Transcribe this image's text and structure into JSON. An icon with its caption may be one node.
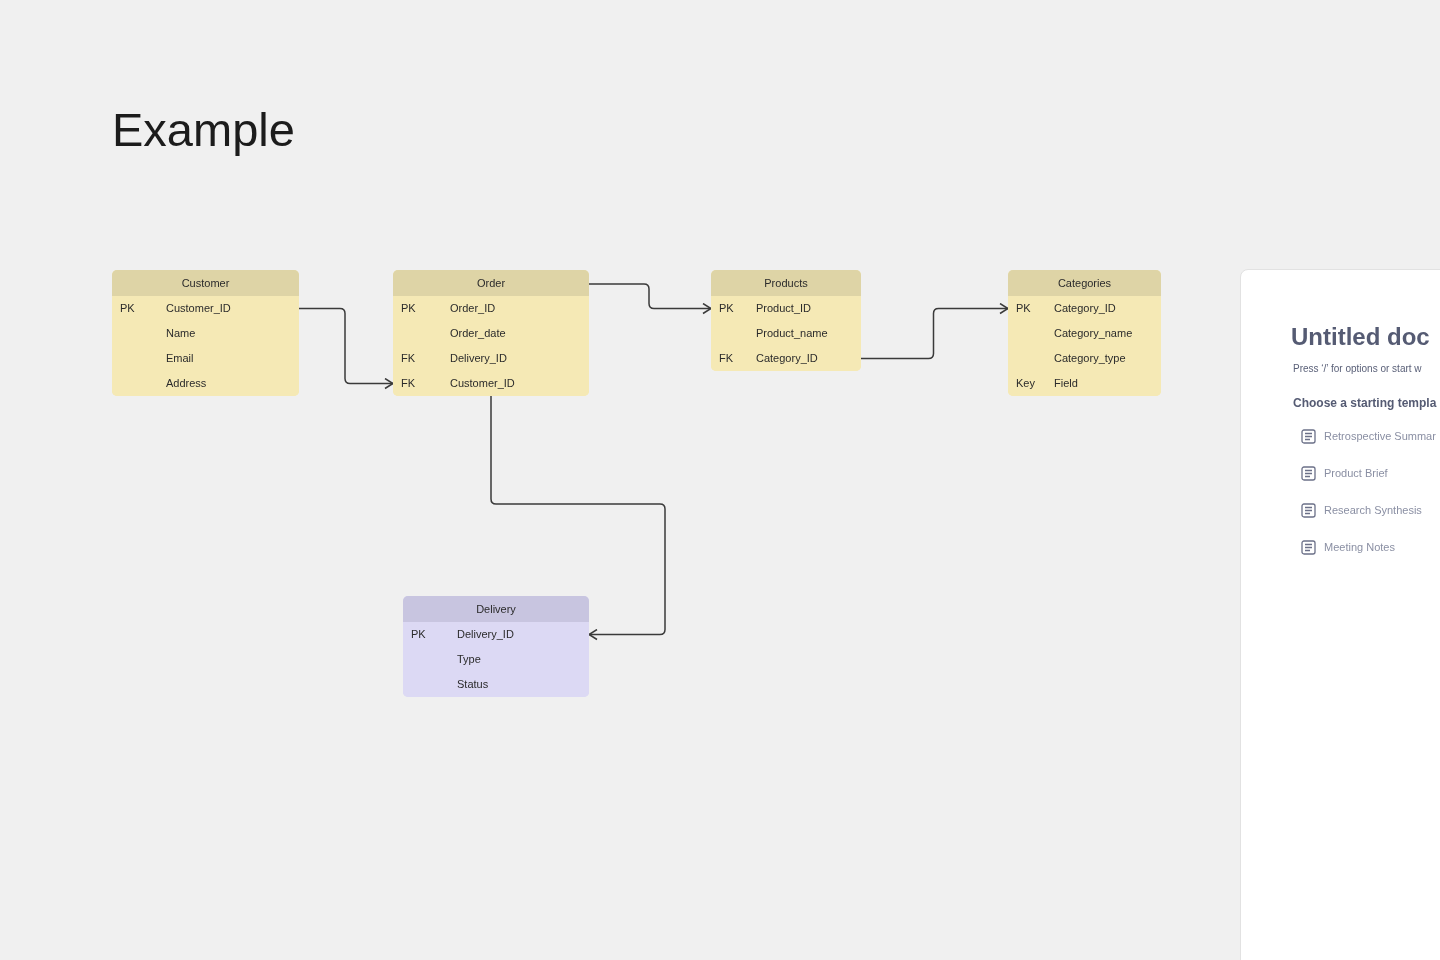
{
  "diagram": {
    "title": "Example",
    "nodes": [
      {
        "text": [
          "Customer"
        ]
      },
      {
        "text": [
          "PK",
          "Customer_ID"
        ],
        "in": 0
      },
      {
        "text": [
          "Name"
        ],
        "in": 0
      },
      {
        "text": [
          "Email"
        ],
        "in": 0
      },
      {
        "text": [
          "Address"
        ],
        "in": 0
      },
      {
        "text": [
          "Order"
        ]
      },
      {
        "text": [
          "PK",
          "Order_ID"
        ],
        "in": 5
      },
      {
        "text": [
          "Order_date"
        ],
        "in": 5
      },
      {
        "text": [
          "FK",
          "Delivery_ID"
        ],
        "in": 5
      },
      {
        "text": [
          "FK",
          "Customer_ID"
        ],
        "in": 5
      },
      {
        "text": [
          "Products"
        ]
      },
      {
        "text": [
          "PK",
          "Product_ID"
        ],
        "in": 10
      },
      {
        "text": [
          "Product_name"
        ],
        "in": 10
      },
      {
        "text": [
          "FK",
          "Category_ID"
        ],
        "in": 10
      },
      {
        "text": [
          "Categories"
        ]
      },
      {
        "text": [
          "PK",
          "Category_ID"
        ],
        "in": 14
      },
      {
        "text": [
          "Category_name"
        ],
        "in": 14
      },
      {
        "text": [
          "Category_type"
        ],
        "in": 14
      },
      {
        "text": [
          "Key",
          "Field"
        ],
        "in": 14
      },
      {
        "text": [
          "Delivery"
        ]
      },
      {
        "text": [
          "PK",
          "Delivery_ID"
        ],
        "in": 19
      },
      {
        "text": [
          "Type"
        ],
        "in": 19
      },
      {
        "text": [
          "Status"
        ],
        "in": 19
      }
    ],
    "edges": [
      {
        "from": 1,
        "to": 9,
        "arrow": "to"
      },
      {
        "from": 5,
        "to": 11,
        "arrow": "to"
      },
      {
        "from": 13,
        "to": 15,
        "arrow": "to"
      },
      {
        "from": 5,
        "to": 20,
        "arrow": "to"
      }
    ],
    "labels": [
      "Untitled doc",
      "Press ‘/’ for options or start w",
      "Choose a starting templa",
      "Retrospective Summar",
      "Product Brief",
      "Research Synthesis",
      "Meeting Notes"
    ]
  }
}
